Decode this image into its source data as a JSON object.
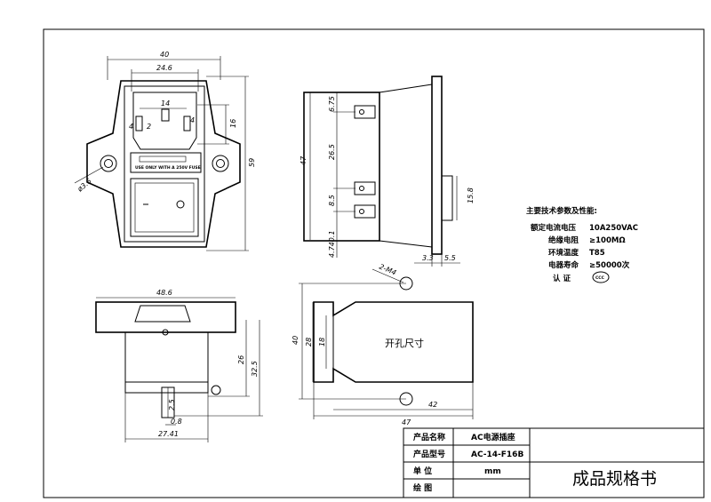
{
  "front_view": {
    "dim_width": "40",
    "dim_inner": "24.6",
    "dim_pins": "14",
    "dim_height": "59",
    "dim_socket": "16",
    "dim_hole": "ø3.6",
    "dim_pin_w": "4",
    "dim_pin_h": "2",
    "fuse_label": "USE ONLY WITH A 250V FUSE"
  },
  "side_view": {
    "dim_total": "47",
    "dim_top": "6.75",
    "dim_mid": "26.5",
    "dim_low": "8.5",
    "dim_bot": "4.740.1",
    "dim_body": "15.8",
    "dim_a": "3.3",
    "dim_b": "5.5"
  },
  "bottom_view": {
    "dim_width": "48.6",
    "dim_h1": "26",
    "dim_h2": "32.5",
    "dim_pin": "2.5",
    "dim_pin_t": "0.8",
    "dim_base": "27.41"
  },
  "cutout": {
    "label": "开孔尺寸",
    "dim_hole": "2-M4",
    "dim_h": "40",
    "dim_a": "28",
    "dim_b": "18",
    "dim_c": "42",
    "dim_w": "47"
  },
  "specs": {
    "heading": "主要技术参数及性能:",
    "rows": [
      {
        "label": "额定电流电压",
        "value": "10A250VAC"
      },
      {
        "label": "绝缘电阻",
        "value": "≥100MΩ"
      },
      {
        "label": "环境温度",
        "value": "T85"
      },
      {
        "label": "电器寿命",
        "value": "≥50000次"
      },
      {
        "label": "认    证",
        "value": "CCC"
      }
    ]
  },
  "title_block": {
    "rows": [
      {
        "label": "产品名称",
        "value": "AC电源插座"
      },
      {
        "label": "产品型号",
        "value": "AC-14-F16B"
      },
      {
        "label": "单    位",
        "value": "mm"
      },
      {
        "label": "绘    图",
        "value": ""
      }
    ],
    "title": "成品规格书"
  }
}
